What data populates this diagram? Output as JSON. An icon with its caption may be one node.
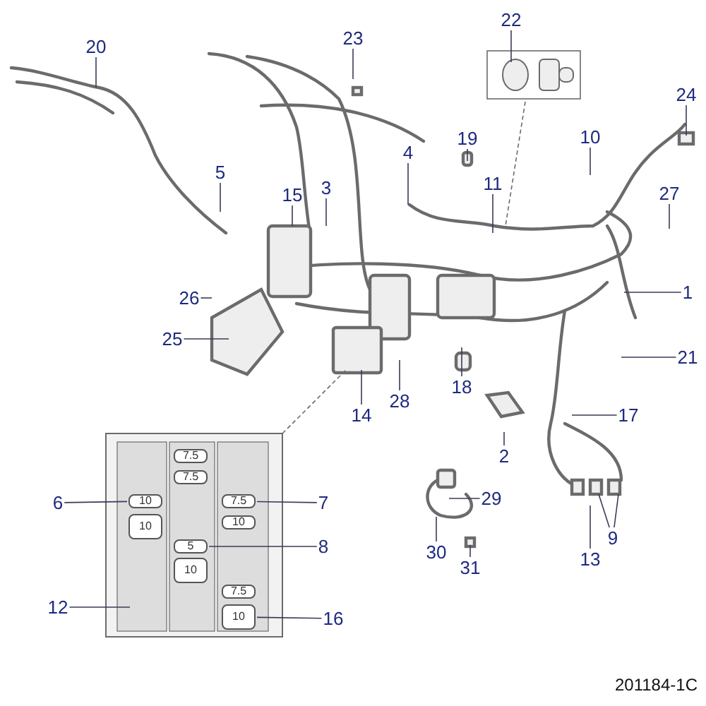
{
  "diagram": {
    "nodes": [
      {
        "text": [
          "20"
        ]
      },
      {
        "text": [
          "23"
        ]
      },
      {
        "text": [
          "22"
        ]
      },
      {
        "text": [
          "24"
        ]
      },
      {
        "text": [
          "5"
        ]
      },
      {
        "text": [
          "15"
        ]
      },
      {
        "text": [
          "3"
        ]
      },
      {
        "text": [
          "4"
        ]
      },
      {
        "text": [
          "19"
        ]
      },
      {
        "text": [
          "11"
        ]
      },
      {
        "text": [
          "10"
        ]
      },
      {
        "text": [
          "27"
        ]
      },
      {
        "text": [
          "1"
        ]
      },
      {
        "text": [
          "26"
        ]
      },
      {
        "text": [
          "25"
        ]
      },
      {
        "text": [
          "21"
        ]
      },
      {
        "text": [
          "14"
        ]
      },
      {
        "text": [
          "28"
        ]
      },
      {
        "text": [
          "18"
        ]
      },
      {
        "text": [
          "2"
        ]
      },
      {
        "text": [
          "17"
        ]
      },
      {
        "text": [
          "6"
        ]
      },
      {
        "text": [
          "7"
        ]
      },
      {
        "text": [
          "8"
        ]
      },
      {
        "text": [
          "12"
        ]
      },
      {
        "text": [
          "16"
        ]
      },
      {
        "text": [
          "29"
        ]
      },
      {
        "text": [
          "30"
        ]
      },
      {
        "text": [
          "31"
        ]
      },
      {
        "text": [
          "13"
        ]
      },
      {
        "text": [
          "9"
        ]
      },
      {
        "text": [
          "7.5"
        ]
      },
      {
        "text": [
          "7.5"
        ]
      },
      {
        "text": [
          "10"
        ]
      },
      {
        "text": [
          "7.5"
        ]
      },
      {
        "text": [
          "10"
        ]
      },
      {
        "text": [
          "10"
        ]
      },
      {
        "text": [
          "5"
        ]
      },
      {
        "text": [
          "10"
        ]
      },
      {
        "text": [
          "7.5"
        ]
      },
      {
        "text": [
          "10"
        ]
      }
    ],
    "edges": [
      {
        "from": 0,
        "to": null,
        "arrow": "none"
      },
      {
        "from": 1,
        "to": null,
        "arrow": "none"
      },
      {
        "from": 2,
        "to": null,
        "arrow": "none"
      },
      {
        "from": 3,
        "to": null,
        "arrow": "none"
      },
      {
        "from": 4,
        "to": null,
        "arrow": "none"
      },
      {
        "from": 5,
        "to": null,
        "arrow": "none"
      },
      {
        "from": 6,
        "to": null,
        "arrow": "none"
      },
      {
        "from": 7,
        "to": null,
        "arrow": "none"
      },
      {
        "from": 8,
        "to": null,
        "arrow": "none"
      },
      {
        "from": 9,
        "to": null,
        "arrow": "none"
      },
      {
        "from": 10,
        "to": null,
        "arrow": "none"
      },
      {
        "from": 11,
        "to": null,
        "arrow": "none"
      },
      {
        "from": 12,
        "to": null,
        "arrow": "none"
      },
      {
        "from": 13,
        "to": null,
        "arrow": "none"
      },
      {
        "from": 14,
        "to": null,
        "arrow": "none"
      },
      {
        "from": 15,
        "to": null,
        "arrow": "none"
      },
      {
        "from": 16,
        "to": null,
        "arrow": "none"
      },
      {
        "from": 17,
        "to": null,
        "arrow": "none"
      },
      {
        "from": 18,
        "to": null,
        "arrow": "none"
      },
      {
        "from": 19,
        "to": null,
        "arrow": "none"
      },
      {
        "from": 20,
        "to": null,
        "arrow": "none"
      },
      {
        "from": 21,
        "to": 33,
        "arrow": "none"
      },
      {
        "from": 22,
        "to": 34,
        "arrow": "none"
      },
      {
        "from": 23,
        "to": 37,
        "arrow": "none"
      },
      {
        "from": 24,
        "to": null,
        "arrow": "none"
      },
      {
        "from": 25,
        "to": 40,
        "arrow": "none"
      },
      {
        "from": 26,
        "to": null,
        "arrow": "none"
      },
      {
        "from": 27,
        "to": null,
        "arrow": "none"
      },
      {
        "from": 28,
        "to": null,
        "arrow": "none"
      },
      {
        "from": 29,
        "to": null,
        "arrow": "none"
      },
      {
        "from": 30,
        "to": null,
        "arrow": "none"
      },
      {
        "from": 30,
        "to": null,
        "arrow": "none"
      }
    ],
    "labels": [
      "201184-1C"
    ]
  }
}
